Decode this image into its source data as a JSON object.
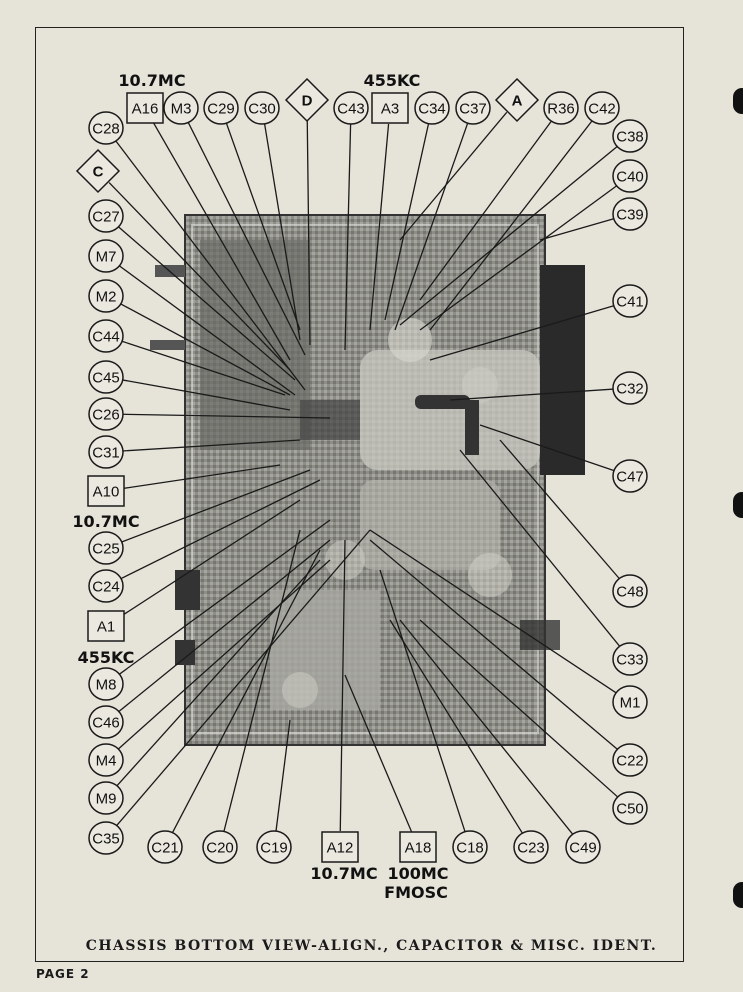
{
  "caption": "CHASSIS BOTTOM VIEW-ALIGN., CAPACITOR & MISC. IDENT.",
  "page_label": "PAGE 2",
  "freq_labels": {
    "top_left": "10.7MC",
    "top_center": "455KC",
    "left_a10": "10.7MC",
    "left_a1": "455KC",
    "bottom_a12": "10.7MC",
    "bottom_a18_1": "100MC",
    "bottom_a18_2": "FMOSC"
  },
  "top_row": [
    "A16",
    "M3",
    "C29",
    "C30",
    "D",
    "C43",
    "A3",
    "C34",
    "C37",
    "A",
    "R36",
    "C42"
  ],
  "left_col": [
    "C28",
    "C",
    "C27",
    "M7",
    "M2",
    "C44",
    "C45",
    "C26",
    "C31",
    "A10",
    "C25",
    "C24",
    "A1",
    "M8",
    "C46",
    "M4",
    "M9",
    "C35"
  ],
  "right_col": [
    "C38",
    "C40",
    "C39",
    "C41",
    "C32",
    "C47",
    "C48",
    "C33",
    "M1",
    "C22",
    "C50"
  ],
  "bottom_row": [
    "C21",
    "C20",
    "C19",
    "A12",
    "A18",
    "C18",
    "C23",
    "C49"
  ]
}
